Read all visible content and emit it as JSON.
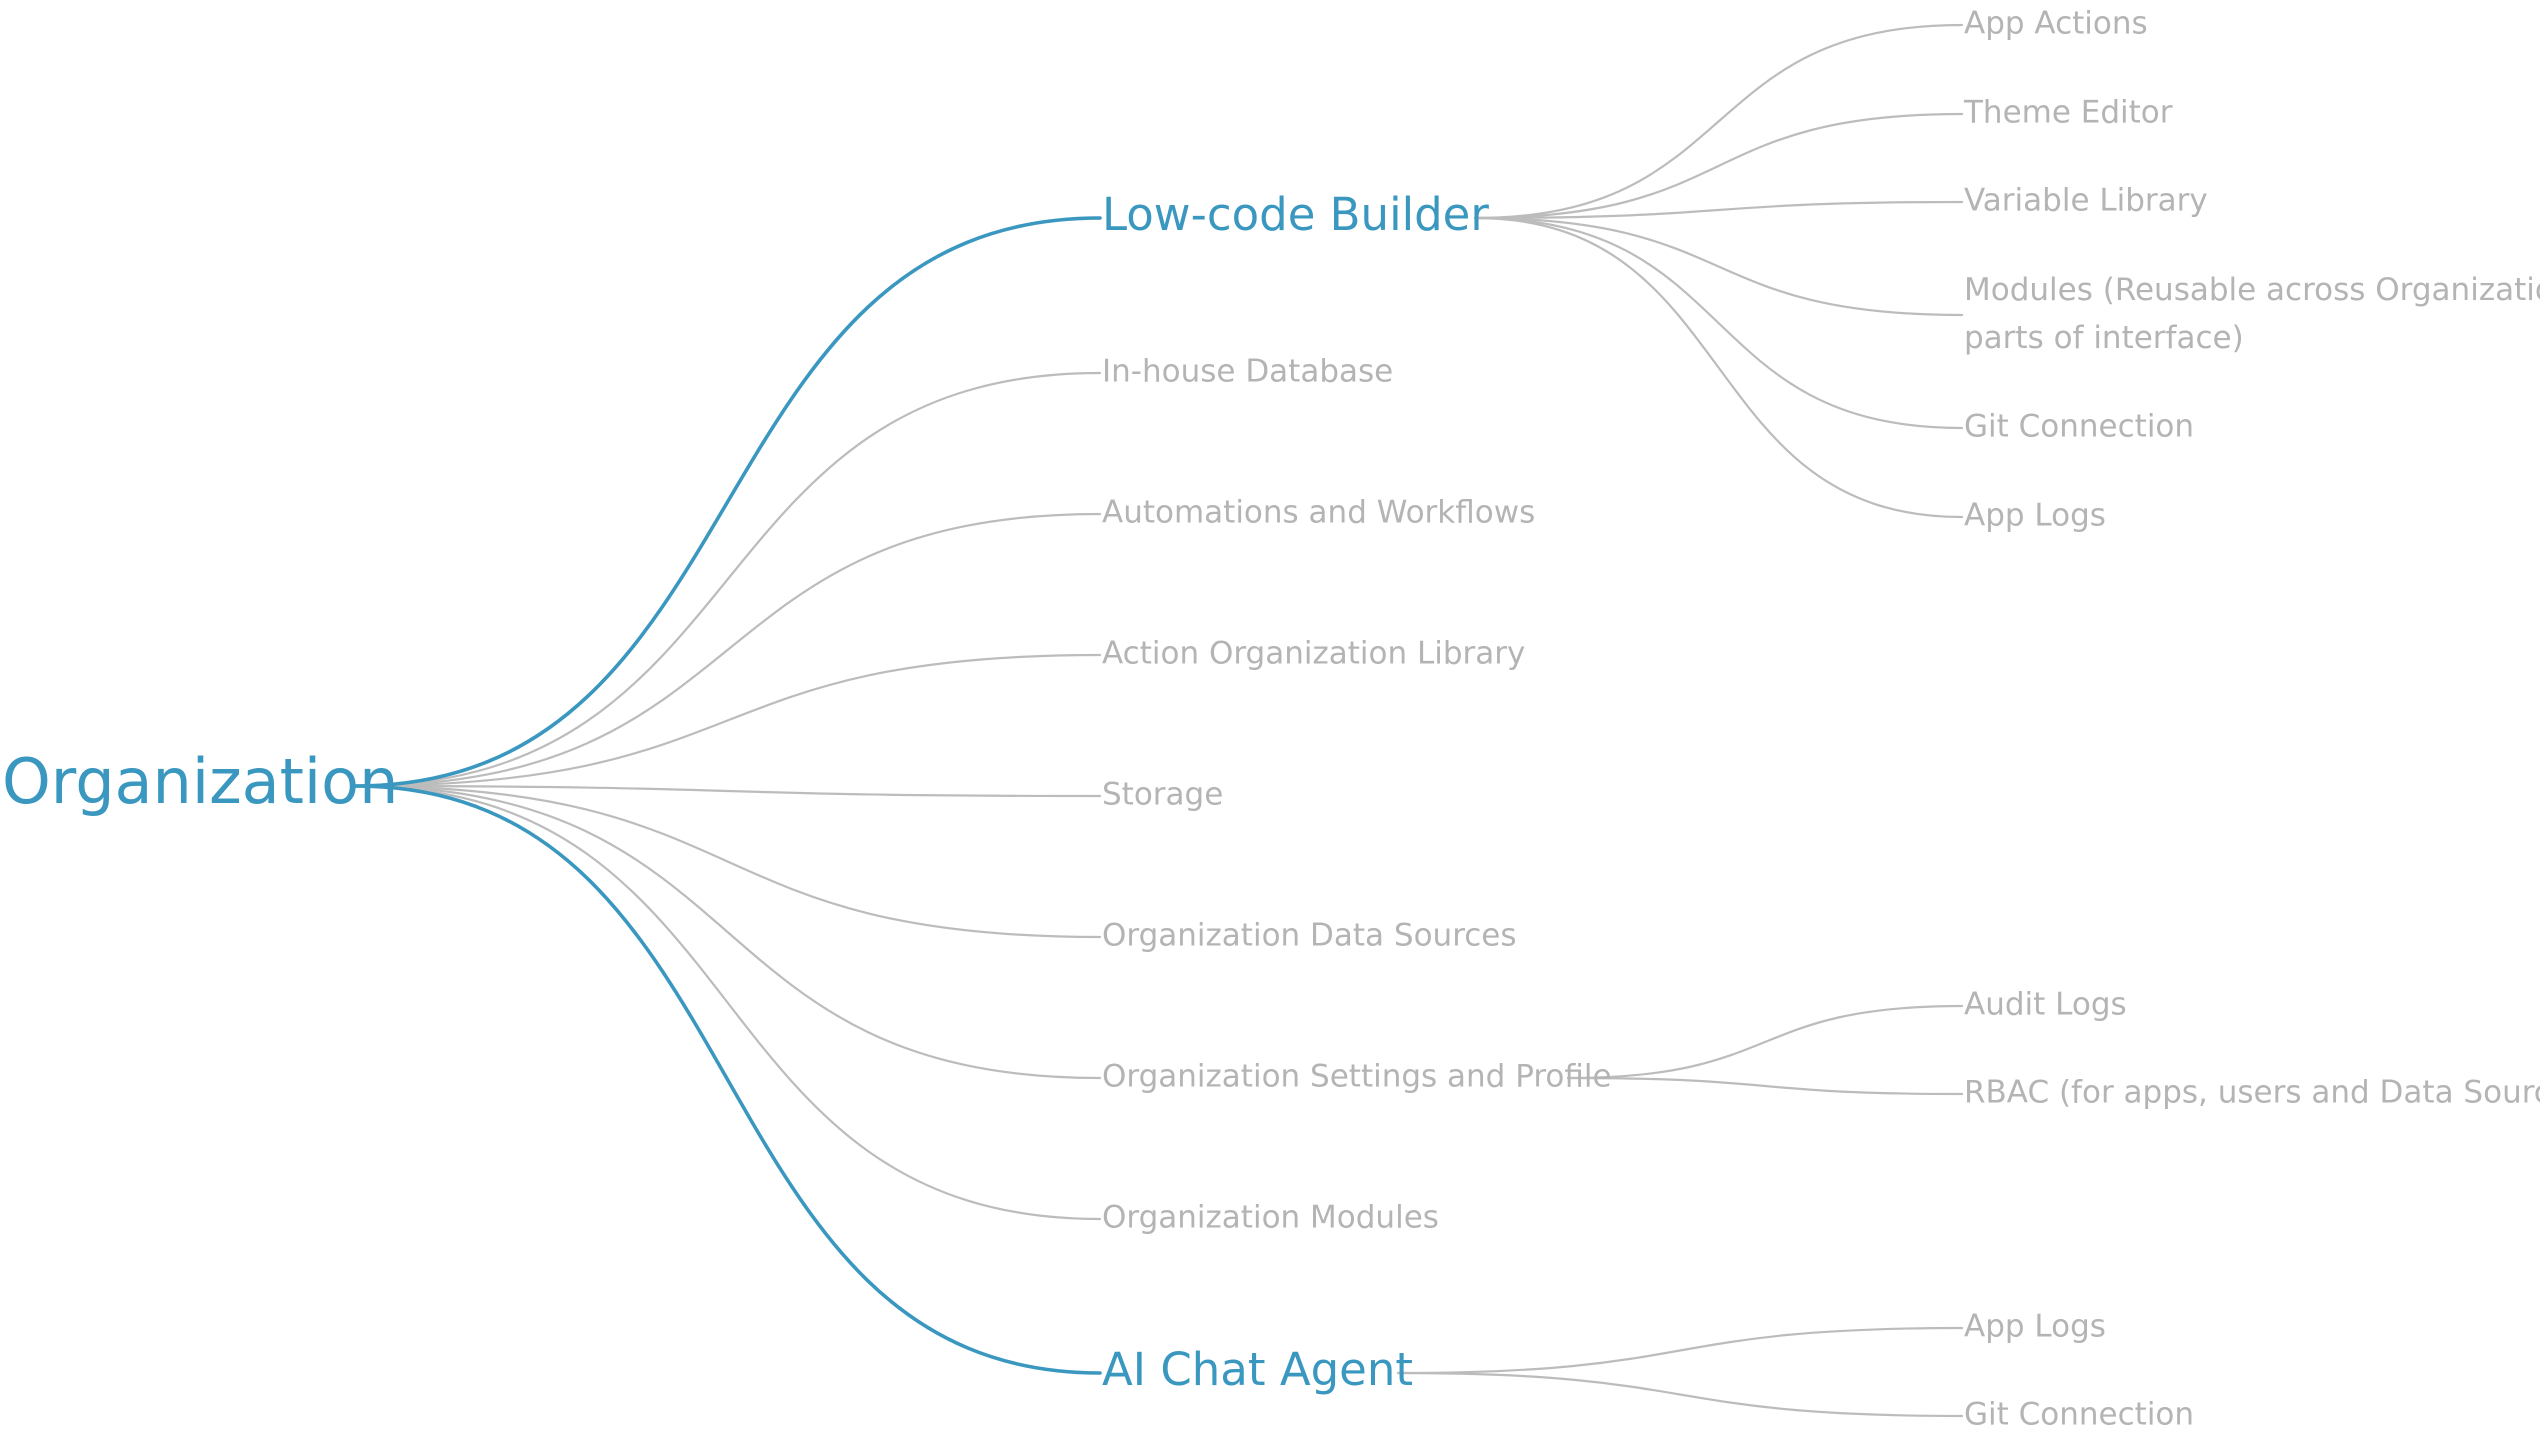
{
  "mindmap": {
    "root": "Organization",
    "accent_color": "#3a97c0",
    "muted_color": "#bcbcbc",
    "text_muted_color": "#b4b4b4",
    "branches": [
      {
        "label": "Low-code Builder",
        "highlighted": true,
        "children": [
          {
            "lines": [
              "App Actions"
            ]
          },
          {
            "lines": [
              "Theme Editor"
            ]
          },
          {
            "lines": [
              "Variable Library"
            ]
          },
          {
            "lines": [
              "Modules (Reusable across Organization",
              "parts of interface)"
            ]
          },
          {
            "lines": [
              "Git Connection"
            ]
          },
          {
            "lines": [
              "App Logs"
            ]
          }
        ]
      },
      {
        "label": "In-house Database",
        "highlighted": false,
        "children": []
      },
      {
        "label": "Automations and Workflows",
        "highlighted": false,
        "children": []
      },
      {
        "label": "Action Organization Library",
        "highlighted": false,
        "children": []
      },
      {
        "label": "Storage",
        "highlighted": false,
        "children": []
      },
      {
        "label": "Organization Data Sources",
        "highlighted": false,
        "children": []
      },
      {
        "label": "Organization Settings and Profile",
        "highlighted": false,
        "children": [
          {
            "lines": [
              "Audit Logs"
            ]
          },
          {
            "lines": [
              "RBAC (for apps, users and Data Sources)"
            ]
          }
        ]
      },
      {
        "label": "Organization Modules",
        "highlighted": false,
        "children": []
      },
      {
        "label": "AI Chat Agent",
        "highlighted": true,
        "children": [
          {
            "lines": [
              "App Logs"
            ]
          },
          {
            "lines": [
              "Git Connection"
            ]
          }
        ]
      }
    ]
  }
}
